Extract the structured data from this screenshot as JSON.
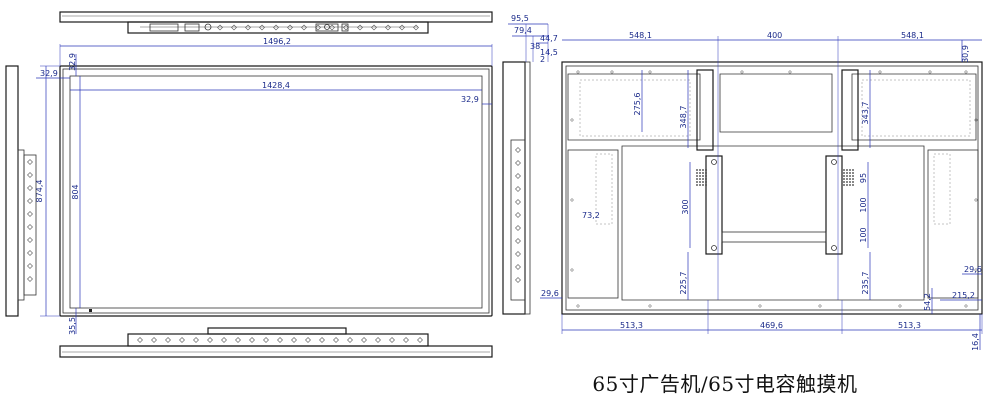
{
  "caption": "65寸广告机/65寸电容触摸机",
  "front_view": {
    "overall_width": "1496,2",
    "bezel_top": "32,9",
    "bezel_left": "32,9",
    "bezel_right": "32,9",
    "screen_width": "1428,4",
    "overall_height": "874,4",
    "screen_height": "804",
    "bezel_bottom": "35,5"
  },
  "side_view": {
    "depth_total": "95,5",
    "depth_a": "79,4",
    "depth_b": "44,7",
    "depth_c": "38",
    "depth_d": "14,5",
    "depth_e": "2"
  },
  "rear_view": {
    "top_left": "548,1",
    "top_center": "400",
    "top_right": "548,1",
    "top_margin": "30,9",
    "v_left": "275,6",
    "v_mid": "348,7",
    "v_right": "343,7",
    "vesa_h": "300",
    "vesa_v1": "95",
    "vesa_v2": "100",
    "vesa_v3": "100",
    "left_side": "73,2",
    "bottom_left_v": "225,7",
    "bottom_right_v": "235,7",
    "left_offset": "29,6",
    "right_offset": "29,6",
    "right_bottom": "215,2",
    "small_v": "54,2",
    "bottom_left": "513,3",
    "bottom_center": "469,6",
    "bottom_right": "513,3",
    "foot": "16,4"
  }
}
